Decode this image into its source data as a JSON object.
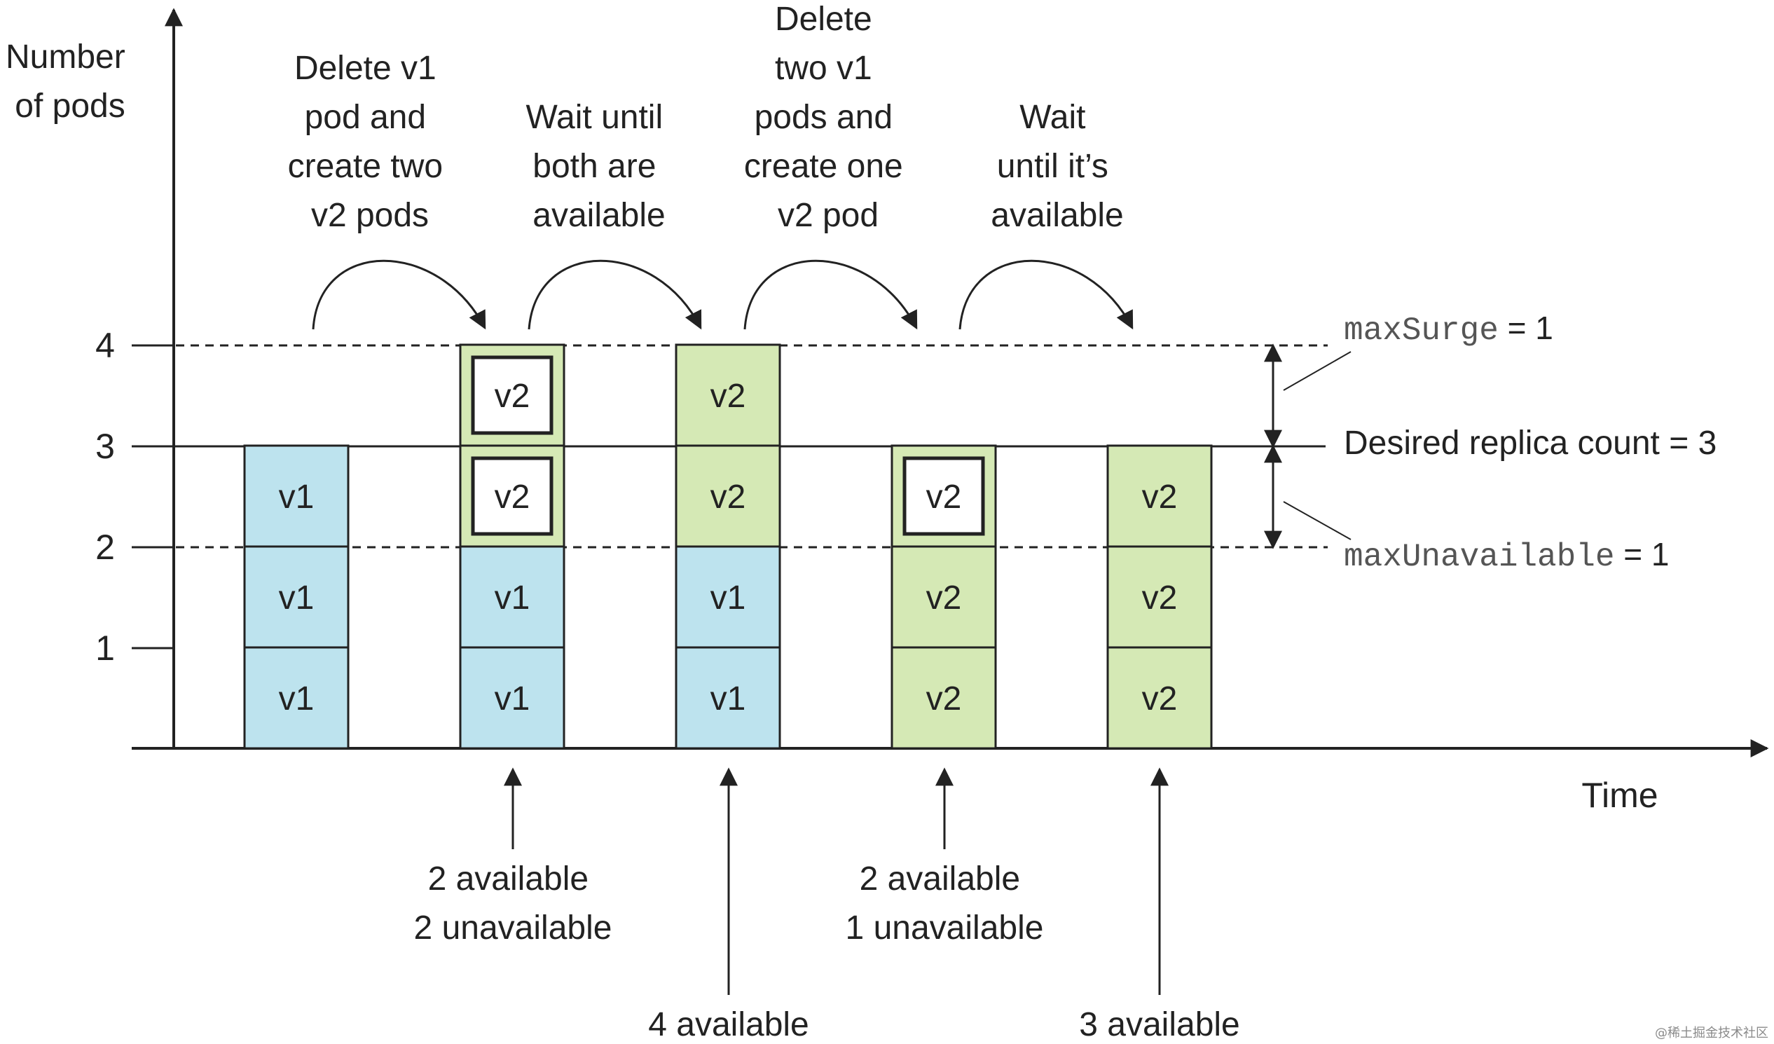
{
  "y_axis": {
    "title_lines": [
      "Number",
      "of pods"
    ],
    "ticks": [
      "1",
      "2",
      "3",
      "4"
    ]
  },
  "x_axis": {
    "title": "Time"
  },
  "threshold_labels": {
    "max_surge_key": "maxSurge",
    "max_surge_value": " = 1",
    "desired": "Desired replica count = 3",
    "max_unavailable_key": "maxUnavailable",
    "max_unavailable_value": " = 1"
  },
  "steps": [
    {
      "lines": [
        "Delete v1",
        "pod and",
        "create two",
        "v2 pods"
      ]
    },
    {
      "lines": [
        "Wait until",
        "both are",
        "available"
      ]
    },
    {
      "lines": [
        "Delete",
        "two v1",
        "pods and",
        "create one",
        "v2 pod"
      ]
    },
    {
      "lines": [
        "Wait",
        "until it’s",
        "available"
      ]
    }
  ],
  "columns": [
    {
      "pods": [
        {
          "label": "v1",
          "state": "available"
        },
        {
          "label": "v1",
          "state": "available"
        },
        {
          "label": "v1",
          "state": "available"
        }
      ]
    },
    {
      "pods": [
        {
          "label": "v1",
          "state": "available"
        },
        {
          "label": "v1",
          "state": "available"
        },
        {
          "label": "v2",
          "state": "starting"
        },
        {
          "label": "v2",
          "state": "starting"
        }
      ]
    },
    {
      "pods": [
        {
          "label": "v1",
          "state": "available"
        },
        {
          "label": "v1",
          "state": "available"
        },
        {
          "label": "v2",
          "state": "available"
        },
        {
          "label": "v2",
          "state": "available"
        }
      ]
    },
    {
      "pods": [
        {
          "label": "v2",
          "state": "available"
        },
        {
          "label": "v2",
          "state": "available"
        },
        {
          "label": "v2",
          "state": "starting"
        }
      ]
    },
    {
      "pods": [
        {
          "label": "v2",
          "state": "available"
        },
        {
          "label": "v2",
          "state": "available"
        },
        {
          "label": "v2",
          "state": "available"
        }
      ]
    }
  ],
  "annotations": [
    {
      "column": 1,
      "lines": [
        "2 available",
        "2 unavailable"
      ]
    },
    {
      "column": 2,
      "lines": [
        "4 available"
      ]
    },
    {
      "column": 3,
      "lines": [
        "2 available",
        "1 unavailable"
      ]
    },
    {
      "column": 4,
      "lines": [
        "3 available"
      ]
    }
  ],
  "colors": {
    "v1_fill": "#bde3ee",
    "v2_fill": "#d5e9b5",
    "line": "#222222"
  },
  "watermark": "@稀土掘金技术社区"
}
